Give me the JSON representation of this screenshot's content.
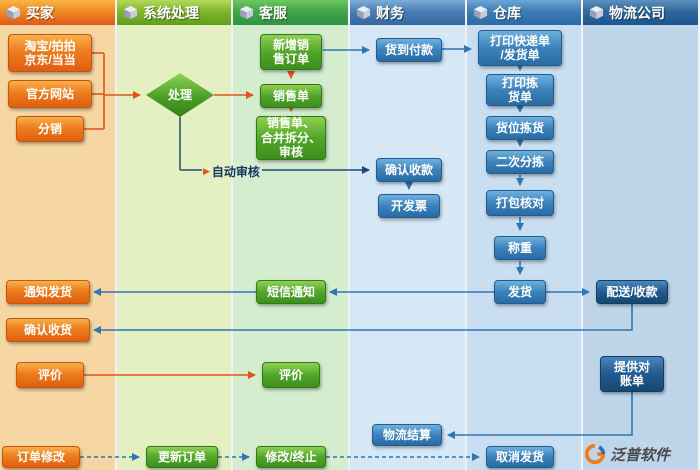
{
  "lanes": [
    {
      "title": "买家"
    },
    {
      "title": "系统处理"
    },
    {
      "title": "客服"
    },
    {
      "title": "财务"
    },
    {
      "title": "仓库"
    },
    {
      "title": "物流公司"
    }
  ],
  "nodes": {
    "taobao": "淘宝/拍拍\n京东/当当",
    "official_site": "官方网站",
    "distribution": "分销",
    "notify_ship": "通知发货",
    "confirm_receipt": "确认收货",
    "buyer_review": "评价",
    "order_modify": "订单修改",
    "process": "处理",
    "auto_review": "自动审核",
    "update_order": "更新订单",
    "new_sales_order": "新增销\n售订单",
    "sales_slip": "销售单",
    "sales_merge_review": "销售单、\n合并拆分、\n审核",
    "sms_notify": "短信通知",
    "cs_review": "评价",
    "modify_terminate": "修改/终止",
    "cod": "货到付款",
    "confirm_payment": "确认收款",
    "invoice": "开发票",
    "logistics_settlement": "物流结算",
    "print_express": "打印快递单\n/发货单",
    "print_picking": "打印拣\n货单",
    "location_picking": "货位拣货",
    "secondary_sorting": "二次分拣",
    "packing_check": "打包核对",
    "weighing": "称重",
    "ship": "发货",
    "cancel_ship": "取消发货",
    "delivery_collection": "配送/收款",
    "statement": "提供对\n账单"
  },
  "logo": {
    "text": "泛普软件"
  },
  "palette": {
    "buyer_box": "#ed7d1e",
    "service_box": "#52a62a",
    "finance_box": "#3b82bd",
    "logistics_box": "#215a92",
    "arrow_orange": "#e0551a",
    "arrow_blue": "#2f76b4",
    "arrow_navy": "#1e4a73"
  }
}
